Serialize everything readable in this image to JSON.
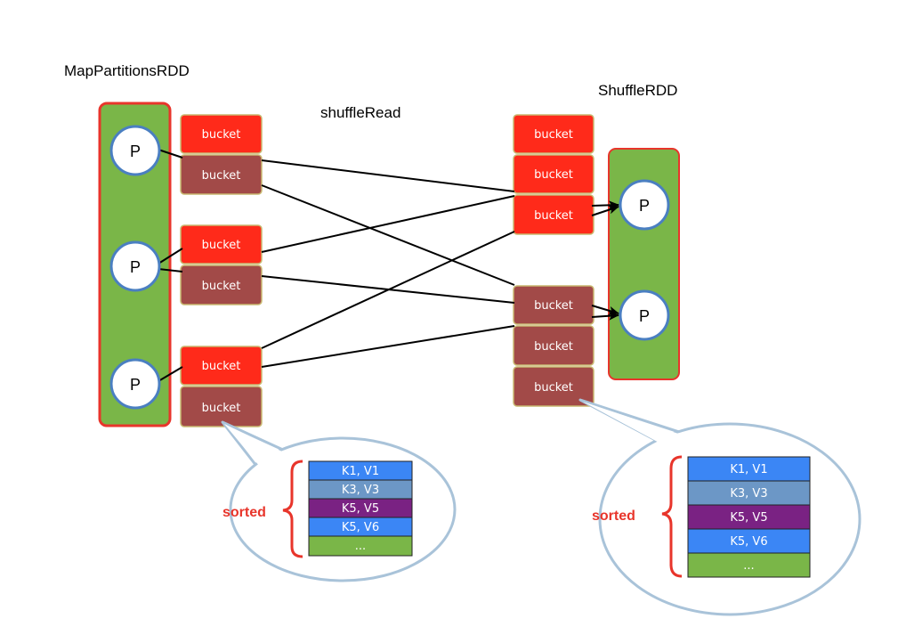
{
  "labels": {
    "map_rdd": "MapPartitionsRDD",
    "shuffle_read": "shuffleRead",
    "shuffle_rdd": "ShuffleRDD",
    "partition": "P",
    "bucket": "bucket",
    "sorted": "sorted"
  },
  "kv_left": [
    "K1, V1",
    "K3, V3",
    "K5, V5",
    "K5, V6",
    "..."
  ],
  "kv_right": [
    "K1, V1",
    "K3, V3",
    "K5, V5",
    "K5, V6",
    "..."
  ],
  "colors": {
    "partition_group_fill": "#7ab648",
    "partition_group_border": "#e8352b",
    "partition_circle_border": "#4a7fc1",
    "bucket_red": "#ff2a1a",
    "bucket_dark": "#a24a48",
    "bucket_border": "#c8b870",
    "kv_blue": "#3b86f5",
    "kv_steel": "#6c97c6",
    "kv_purple": "#7a2283",
    "kv_green": "#7ab648",
    "sorted_red": "#e8352b",
    "callout_border": "#a9c3d9"
  }
}
